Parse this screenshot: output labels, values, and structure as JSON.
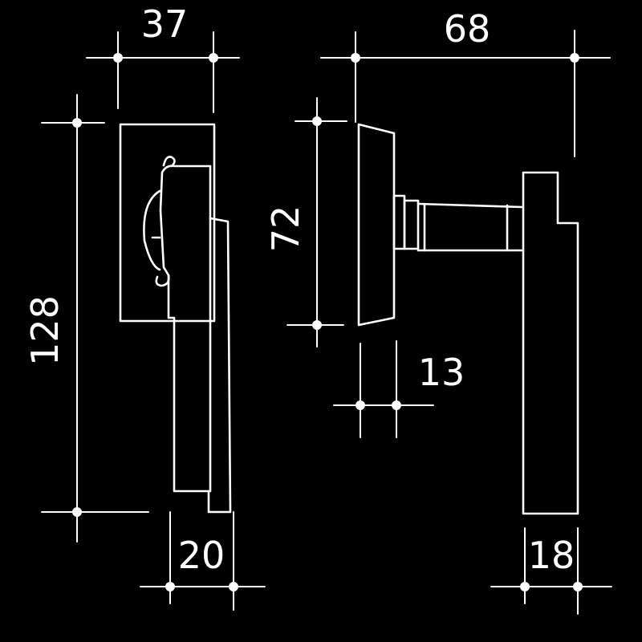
{
  "drawing": {
    "stroke_color": "#ffffff",
    "background_color": "#000000",
    "dimensions": {
      "front_width": "37",
      "front_height": "128",
      "front_bottom_width": "20",
      "side_width": "68",
      "side_rose_height": "72",
      "side_rose_depth": "13",
      "side_bottom_width": "18"
    }
  }
}
